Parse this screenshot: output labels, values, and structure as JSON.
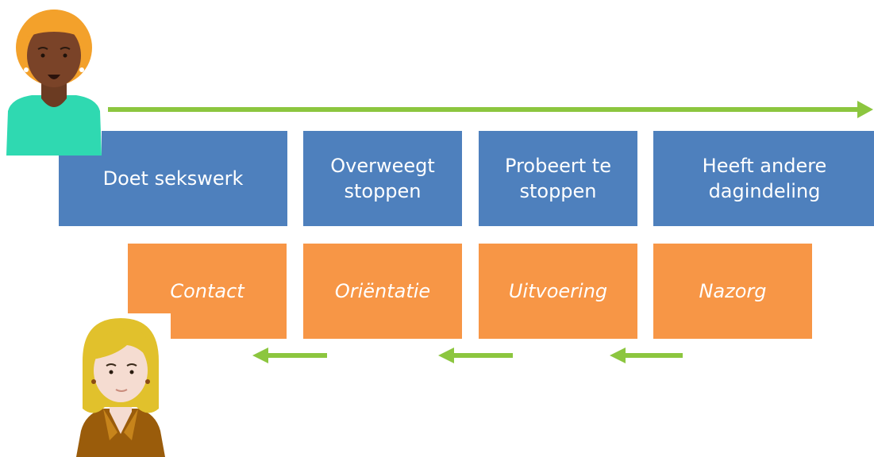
{
  "stages": [
    {
      "label": "Doet sekswerk"
    },
    {
      "label": "Overweegt\nstoppen"
    },
    {
      "label": "Probeert te\nstoppen"
    },
    {
      "label": "Heeft andere\ndagindeling"
    }
  ],
  "phases": [
    {
      "label": "Contact"
    },
    {
      "label": "Oriëntatie"
    },
    {
      "label": "Uitvoering"
    },
    {
      "label": "Nazorg"
    }
  ],
  "colors": {
    "stage_box": "#4e80bd",
    "phase_box": "#f79646",
    "arrow": "#8cc63f"
  },
  "icons": {
    "top_person": "sex-worker-avatar-icon",
    "bottom_person": "counselor-avatar-icon"
  }
}
